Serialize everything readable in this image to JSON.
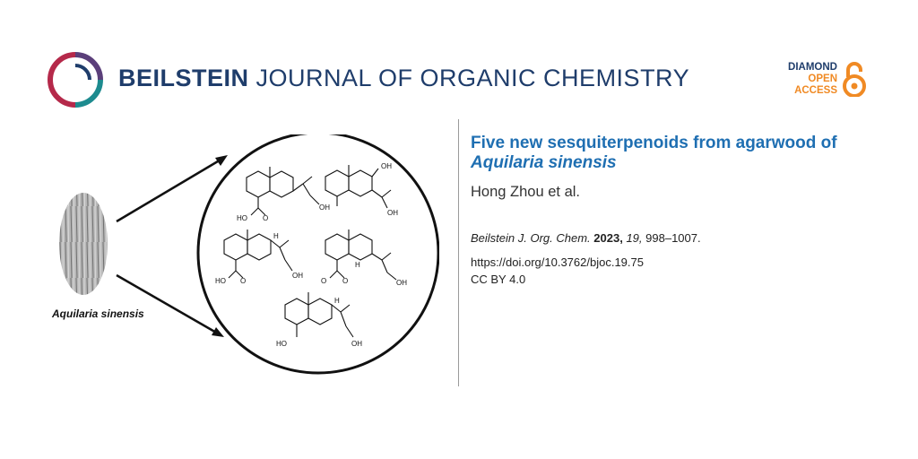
{
  "header": {
    "journal_name_bold": "BEILSTEIN",
    "journal_name_rest": "JOURNAL OF ORGANIC CHEMISTRY",
    "badge": {
      "line1": "DIAMOND",
      "line2": "OPEN",
      "line3": "ACCESS",
      "icon": "open-lock-icon"
    }
  },
  "article": {
    "title_plain": "Five new sesquiterpenoids from agarwood of",
    "title_italic": "Aquilaria sinensis",
    "authors": "Hong Zhou et al.",
    "citation": {
      "journal": "Beilstein J. Org. Chem.",
      "year": "2023,",
      "volume": "19,",
      "pages": "998–1007."
    },
    "doi": "https://doi.org/10.3762/bjoc.19.75",
    "license": "CC BY 4.0"
  },
  "graphic": {
    "caption": "Aquilaria sinensis",
    "labels": {
      "oh": "OH",
      "ho": "HO",
      "o": "O",
      "h": "H"
    }
  },
  "colors": {
    "navy": "#1f3d6b",
    "accent_orange": "#f08a24",
    "title_blue": "#1f6fb2",
    "logo_red": "#b5294a",
    "logo_teal": "#1d8b8f"
  }
}
